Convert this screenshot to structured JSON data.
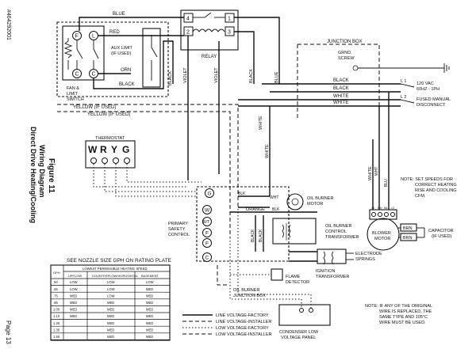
{
  "side": {
    "code": "#464292001",
    "figure": "Figure 11",
    "title1": "Wiring Diagram",
    "title2": "Direct Drive Heating/Cooling",
    "page": "Page 13"
  },
  "limit": {
    "fan_label": "FAN &",
    "limit_label": "LIMIT",
    "switch_label": "SWITCH",
    "aux_limit": "AUX LIMIT",
    "aux_if_used": "(IF USED)",
    "F": "F",
    "L": "L",
    "C": "C"
  },
  "relay": {
    "label": "RELAY",
    "t4": "4",
    "t1": "1",
    "t2": "2",
    "t3": "3"
  },
  "wires": {
    "blue": "BLUE",
    "red": "RED",
    "orn": "ORN",
    "black": "BLACK",
    "white": "WHITE",
    "yellow_if_used": "YELLOW (IF USED)",
    "violet": "VIOLET",
    "blk": "BLK",
    "orange": "ORANGE",
    "brn": "BRN",
    "wht": "WHT",
    "blu": "BLU"
  },
  "junction": {
    "label": "JUNCTION BOX",
    "grnd": "GRND.",
    "screw": "SCREW",
    "l1": "L 1",
    "l2": "L 2",
    "vac1": "120 VAC",
    "vac2": "60HZ - 1PH",
    "fused1": "FUSED MANUAL",
    "fused2": "DISCONNECT"
  },
  "thermostat": {
    "label": "THERMOSTAT",
    "W": "W",
    "R": "R",
    "Y": "Y",
    "G": "G"
  },
  "note1": {
    "l1": "NOTE: SET SPEEDS FOR",
    "l2": "CORRECT HEATING",
    "l3": "RISE AND COOLING",
    "l4": "CFM."
  },
  "control": {
    "G": "G",
    "W": "W",
    "RT": "R/T",
    "F1": "F",
    "F2": "F",
    "C": "C",
    "primary1": "PRIMARY",
    "primary2": "SAFETY",
    "primary3": "CONTROL"
  },
  "components": {
    "oil_motor1": "OIL BURNER",
    "oil_motor2": "MOTOR",
    "oil_ctrl1": "OIL BURNER",
    "oil_ctrl2": "CONTROL",
    "oil_ctrl3": "TRANSFORMER",
    "blower1": "BLOWER",
    "blower2": "MOTOR",
    "capacitor1": "CAPACITOR",
    "capacitor2": "(IF USED)",
    "electrode1": "ELECTRODE",
    "electrode2": "SPRINGS",
    "ignition1": "IGNITION",
    "ignition2": "TRANSFORMER",
    "flame1": "FLAME",
    "flame2": "DETECTOR",
    "ob_junction1": "OIL BURNER",
    "ob_junction2": "JUNCTION BOX",
    "condenser1": "CONDENSER LOW",
    "condenser2": "VOLTAGE PANEL",
    "blower_taps": [
      "HI",
      "MH",
      "ML",
      "LO"
    ]
  },
  "note2": {
    "l1": "NOTE:  IF ANY OF THE ORIGINAL",
    "l2": "WIRE IS REPLACED, THE",
    "l3": "SAME TYPE AND 105°C",
    "l4": "WIRE MUST BE USED."
  },
  "legend": {
    "items": [
      "LINE VOLTAGE-FACTORY",
      "LINE VOLTAGE-INSTALLER",
      "LOW VOLTAGE-FACTORY",
      "LOW VOLTAGE-INSTALLER"
    ]
  },
  "table": {
    "caption": "SEE NOZZLE SIZE GPH ON RATING PLATE",
    "head_gph": "GPH",
    "head_main": "LOWEST PERMISSIBLE HEATING SPEED",
    "head_cols": [
      "UPFLOW",
      "COUNTERFLOW/HORIZONTAL",
      "BASEMENT"
    ],
    "rows": [
      [
        ".50",
        "LOW",
        "LOW",
        "LOW"
      ],
      [
        ".65",
        "LOW",
        "LOW",
        "MED"
      ],
      [
        ".75",
        "MED",
        "LOW",
        "MED"
      ],
      [
        ".85",
        "MED",
        "MED",
        "MED"
      ],
      [
        "1.00",
        "MED",
        "MED",
        "MED"
      ],
      [
        "1.10",
        "MED",
        "MED",
        "MED"
      ],
      [
        "1.25",
        "",
        "MED",
        "MED"
      ],
      [
        "1.35",
        "",
        "MED",
        "MED"
      ],
      [
        "1.50",
        "",
        "MED",
        "MED"
      ]
    ]
  }
}
